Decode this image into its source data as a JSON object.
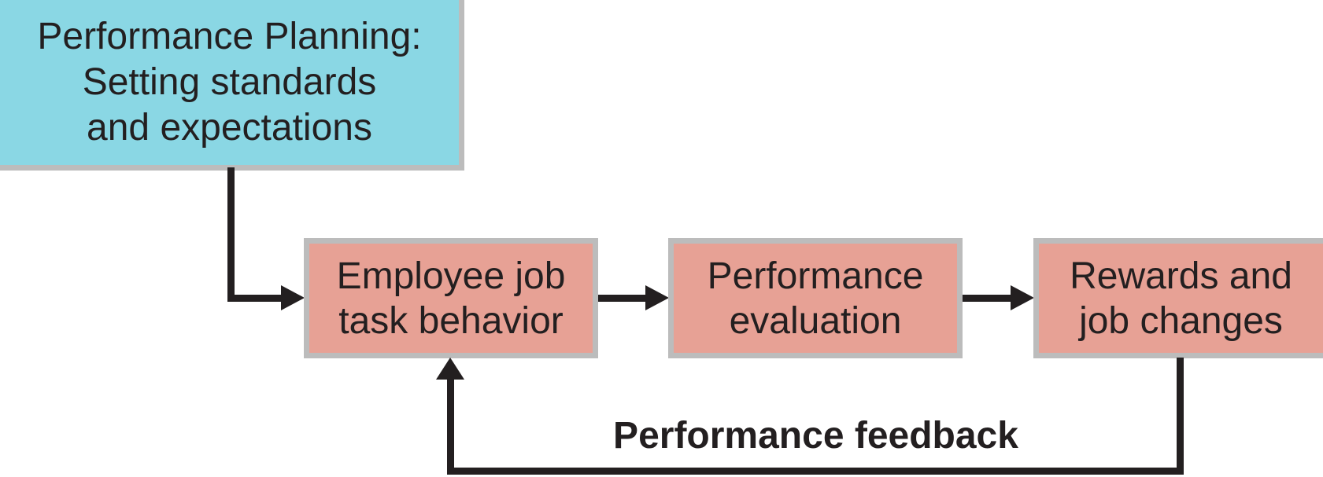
{
  "diagram": {
    "planning_box": {
      "lines": [
        "Performance Planning:",
        "Setting standards",
        "and expectations"
      ]
    },
    "flow_boxes": [
      {
        "lines": [
          "Employee job",
          "task behavior"
        ]
      },
      {
        "lines": [
          "Performance",
          "evaluation"
        ]
      },
      {
        "lines": [
          "Rewards and",
          "job changes"
        ]
      }
    ],
    "feedback_label": "Performance feedback",
    "colors": {
      "planning_fill": "#8ad7e4",
      "flow_fill": "#e7a195",
      "box_border": "#bcbcbc",
      "connector_and_text": "#231f20",
      "background": "#ffffff"
    }
  }
}
